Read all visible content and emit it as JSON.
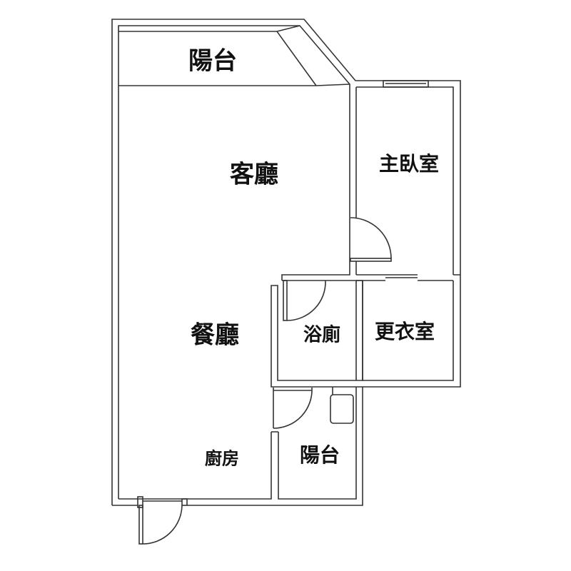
{
  "rooms": {
    "balcony_top": "陽台",
    "living_room": "客廳",
    "master_bedroom": "主臥室",
    "dining_room": "餐廳",
    "bathroom": "浴廁",
    "walk_in_closet": "更衣室",
    "kitchen": "廚房",
    "balcony_utility": "陽台"
  },
  "colors": {
    "wall": "#333333",
    "background": "#ffffff",
    "text": "#111111"
  }
}
